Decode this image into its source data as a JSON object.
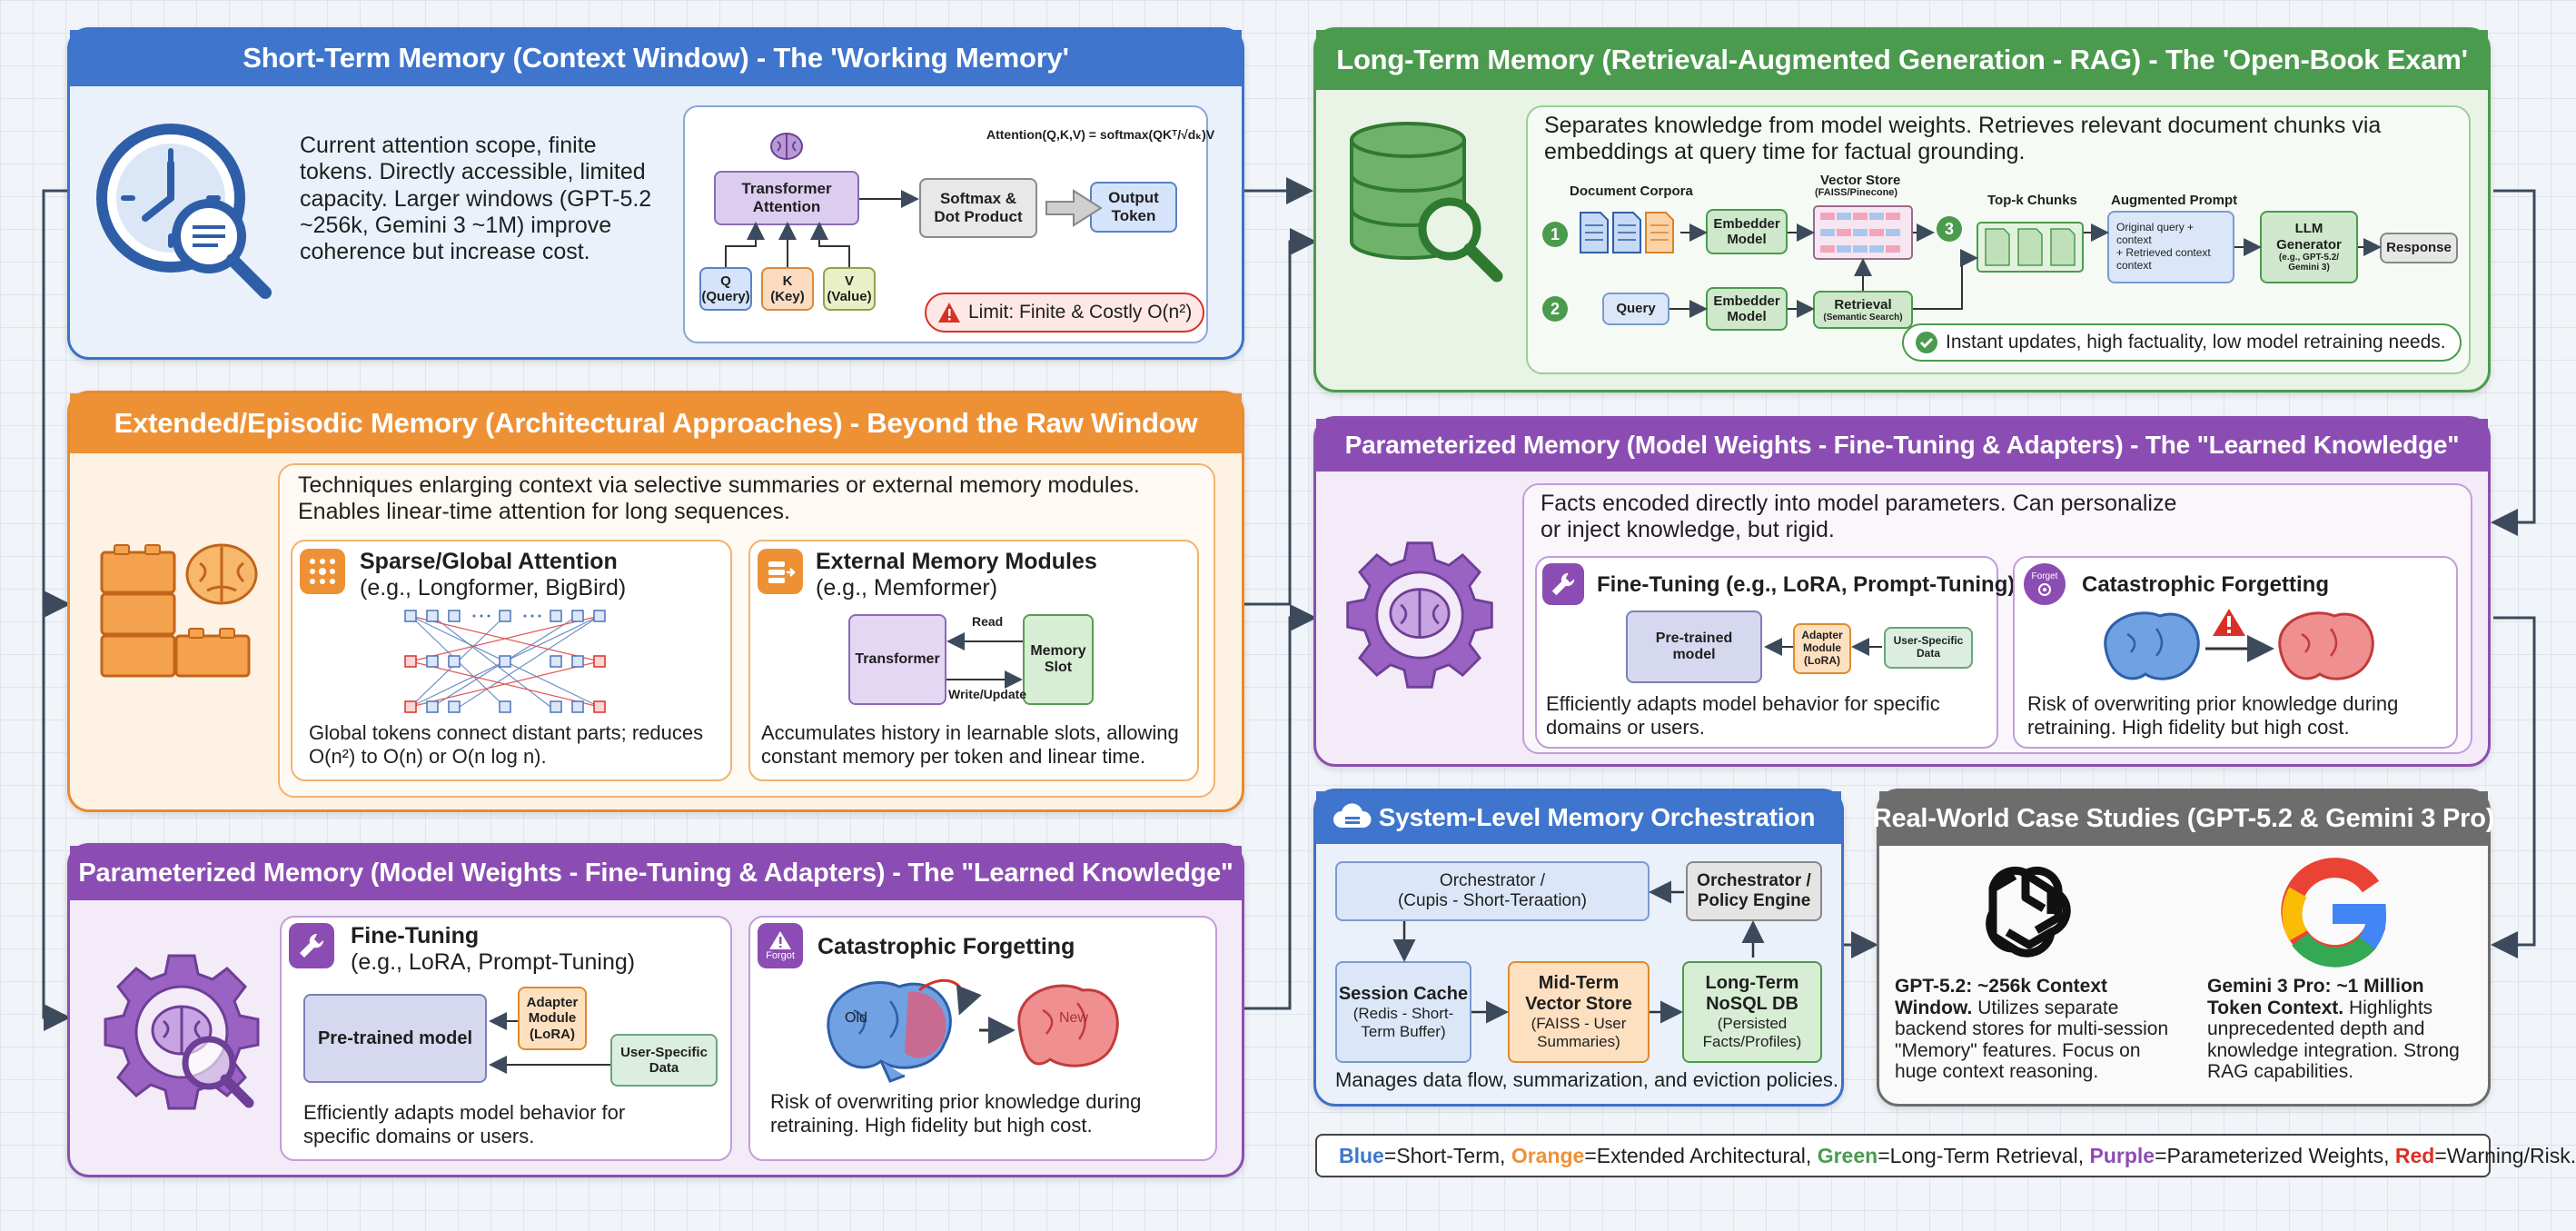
{
  "short_term": {
    "title": "Short-Term Memory (Context Window) - The 'Working Memory'",
    "description": "Current attention scope, finite tokens. Directly accessible, limited capacity. Larger windows (GPT-5.2 ~256k, Gemini 3 ~1M) improve coherence but increase cost.",
    "formula": "Attention(Q,K,V) = softmax(QKᵀ/√dₖ)V",
    "transformer": "Transformer\nAttention",
    "q": "Q\n(Query)",
    "k": "K\n(Key)",
    "v": "V\n(Value)",
    "softmax": "Softmax &\nDot Product",
    "output": "Output\nToken",
    "limit": "Limit: Finite & Costly O(n²)"
  },
  "extended": {
    "title": "Extended/Episodic Memory (Architectural Approaches) - Beyond the Raw Window",
    "description": "Techniques enlarging context via selective summaries or external memory modules. Enables linear-time attention for long sequences.",
    "sparse_title": "Sparse/Global Attention",
    "sparse_sub": "(e.g., Longformer, BigBird)",
    "sparse_caption": "Global tokens connect distant parts; reduces O(n²) to O(n) or O(n log n).",
    "ext_title": "External Memory Modules",
    "ext_sub": "(e.g., Memformer)",
    "transformer": "Transformer",
    "memory_slot": "Memory\nSlot",
    "read": "Read",
    "write": "Write/Update",
    "ext_caption": "Accumulates history in learnable slots, allowing constant memory per token and linear time."
  },
  "param_left": {
    "title": "Parameterized Memory (Model Weights - Fine-Tuning & Adapters) - The \"Learned Knowledge\"",
    "ft_title": "Fine-Tuning",
    "ft_sub": "(e.g., LoRA, Prompt-Tuning)",
    "pretrained": "Pre-trained model",
    "adapter": "Adapter\nModule\n(LoRA)",
    "user_data": "User-Specific\nData",
    "ft_caption": "Efficiently adapts model behavior for specific domains or users.",
    "cf_title": "Catastrophic Forgetting",
    "forgot_label": "Forgot",
    "old": "Old",
    "new": "New",
    "cf_caption": "Risk of overwriting prior knowledge during retraining. High fidelity but high cost."
  },
  "long_term": {
    "title": "Long-Term Memory (Retrieval-Augmented Generation - RAG) - The 'Open-Book Exam'",
    "description": "Separates knowledge from model weights. Retrieves relevant document chunks via embeddings at query time for factual grounding.",
    "doc_corpora": "Document Corpora",
    "vector_store": "Vector Store",
    "vector_sub": "(FAISS/Pinecone)",
    "topk": "Top-k Chunks",
    "augmented": "Augmented Prompt",
    "aug_box": "Original query +\ncontext\n+ Retrieved context\ncontext",
    "embedder1": "Embedder\nModel",
    "embedder2": "Embedder\nModel",
    "query": "Query",
    "retrieval": "Retrieval",
    "retrieval_sub": "(Semantic Search)",
    "llm": "LLM\nGenerator",
    "llm_sub": "(e.g., GPT-5.2/\nGemini 3)",
    "response": "Response",
    "n1": "1",
    "n2": "2",
    "n3": "3",
    "footer": "Instant updates, high factuality, low model retraining needs."
  },
  "param_right": {
    "title": "Parameterized Memory (Model Weights - Fine-Tuning & Adapters) - The \"Learned Knowledge\"",
    "description": "Facts encoded directly into model parameters. Can personalize or inject knowledge, but rigid.",
    "ft_title": "Fine-Tuning (e.g., LoRA, Prompt-Tuning)",
    "pretrained": "Pre-trained\nmodel",
    "adapter": "Adapter\nModule\n(LoRA)",
    "user_data": "User-Specific\nData",
    "ft_caption": "Efficiently adapts model behavior for specific domains or users.",
    "cf_title": "Catastrophic Forgetting",
    "forgot_label": "Forget",
    "cf_caption": "Risk of overwriting prior knowledge during retraining. High fidelity but high cost."
  },
  "orchestration": {
    "title": "System-Level Memory Orchestration",
    "orch1": "Orchestrator /\n(Cupis - Short-Teraation)",
    "orch2": "Orchestrator /\nPolicy Engine",
    "session": "Session Cache",
    "session_sub": "(Redis - Short-\nTerm Buffer)",
    "midterm": "Mid-Term\nVector Store",
    "midterm_sub": "(FAISS - User\nSummaries)",
    "longterm": "Long-Term\nNoSQL DB",
    "longterm_sub": "(Persisted\nFacts/Profiles)",
    "caption": "Manages data flow, summarization, and eviction policies."
  },
  "case_studies": {
    "title": "Real-World Case Studies (GPT-5.2 & Gemini 3 Pro)",
    "gpt_bold": "GPT-5.2: ~256k Context Window.",
    "gpt_text": "Utilizes separate backend stores for multi-session \"Memory\" features. Focus on huge context reasoning.",
    "gem_bold": "Gemini 3 Pro: ~1 Million Token Context.",
    "gem_text": "Highlights unprecedented depth and knowledge integration. Strong RAG capabilities."
  },
  "legend": {
    "blue": "Blue",
    "blue_t": "=Short-Term, ",
    "orange": "Orange",
    "orange_t": "=Extended Architectural, ",
    "green": "Green",
    "green_t": "=Long-Term Retrieval, ",
    "purple": "Purple",
    "purple_t": "=Parameterized Weights, ",
    "red": "Red",
    "red_t": "=Warning/Risk."
  },
  "colors": {
    "blue": "#3f75cc",
    "orange": "#ee9135",
    "green": "#4a9b4d",
    "purple": "#8b4db3",
    "red": "#d93025",
    "grey": "#6d6d6d"
  }
}
